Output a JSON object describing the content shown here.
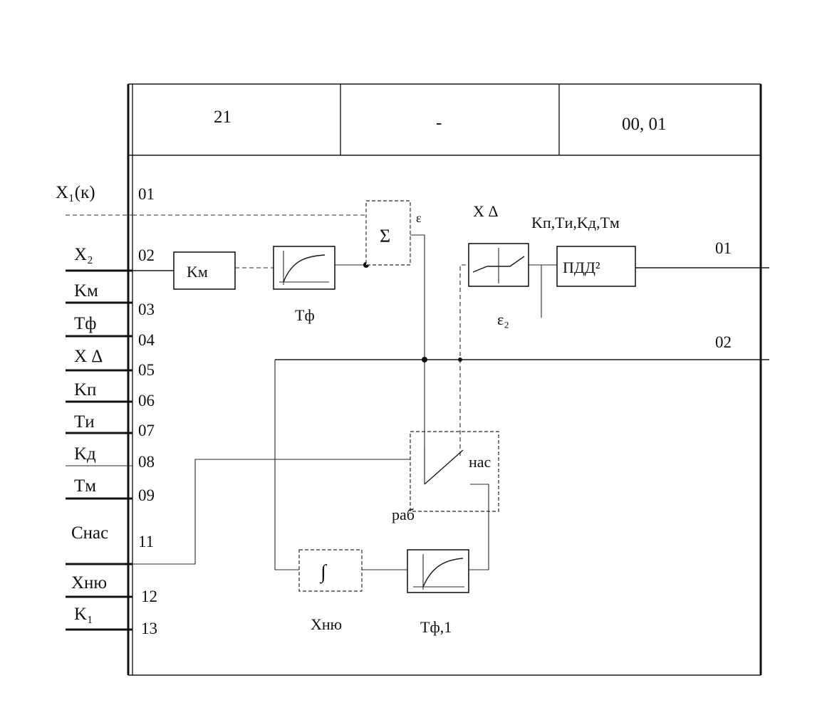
{
  "header": {
    "left": "21",
    "middle": "-",
    "right": "00, 01"
  },
  "inputs": [
    {
      "label": "X₁(к)",
      "pin": "01"
    },
    {
      "label": "X₂",
      "pin": "02"
    },
    {
      "label": "Kм",
      "pin": "03"
    },
    {
      "label": "Tф",
      "pin": "04"
    },
    {
      "label": "X Δ",
      "pin": "05"
    },
    {
      "label": "Kп",
      "pin": "06"
    },
    {
      "label": "Tи",
      "pin": "07"
    },
    {
      "label": "Kд",
      "pin": "08"
    },
    {
      "label": "Tм",
      "pin": "09"
    },
    {
      "label": "Cнас",
      "pin": "11"
    },
    {
      "label": "Xню",
      "pin": "12"
    },
    {
      "label": "K₁",
      "pin": "13"
    }
  ],
  "outputs": [
    "01",
    "02"
  ],
  "blocks": {
    "gain": "Kм",
    "filter_label": "Tф",
    "sum": "Σ",
    "sum_out": "ε",
    "deadzone_top": "X Δ",
    "deadzone_bottom": "ε₂",
    "pid": "ПДД²",
    "pid_params": "Kп,Tи,Kд,Tм",
    "switch_sat": "нас",
    "switch_work": "раб",
    "limiter": "∫",
    "limiter_label": "Xню",
    "filter2_label": "Tф,1"
  }
}
